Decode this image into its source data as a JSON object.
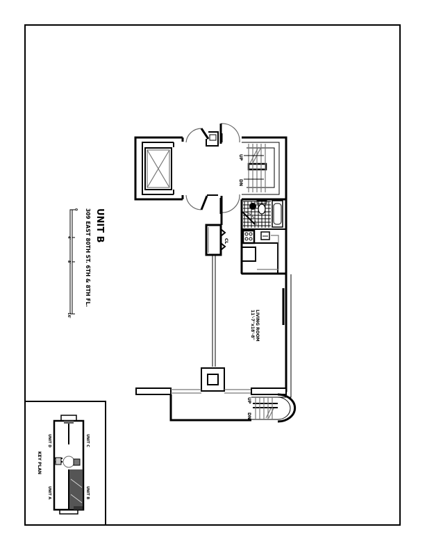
{
  "sheet": {
    "title": "UNIT B",
    "address": "309 EAST 80TH ST. 6TH & 8TH FL."
  },
  "scale_bar": {
    "labels": [
      "0",
      "4'",
      "8'",
      "16'"
    ]
  },
  "rooms": {
    "living_room": {
      "name": "LIVING ROOM",
      "dimensions": "11'-7\"x18'-8\""
    },
    "closet": {
      "name": "CL"
    }
  },
  "stairs": {
    "upper": {
      "up": "UP",
      "down": "DN"
    },
    "lower": {
      "up": "UP",
      "down": "DN"
    }
  },
  "key_plan": {
    "title": "KEY PLAN",
    "units": [
      "UNIT A",
      "UNIT B",
      "UNIT C",
      "UNIT D"
    ],
    "highlighted_unit": "UNIT B",
    "highlight_color": "#555555"
  }
}
